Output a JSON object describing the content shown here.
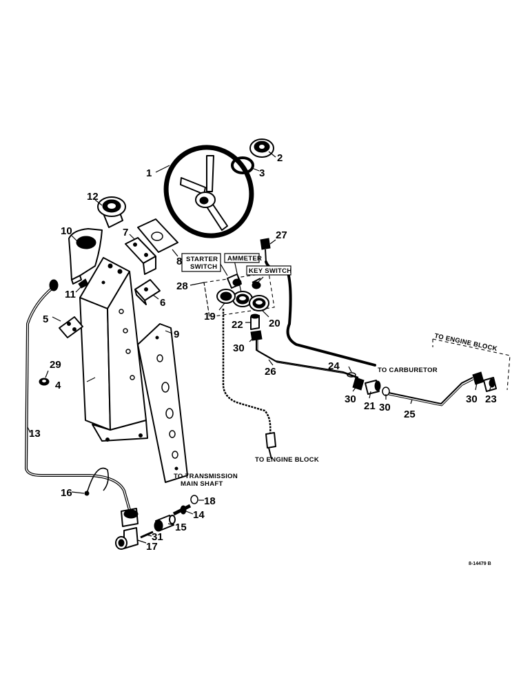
{
  "labels": {
    "starter_switch_1": "STARTER",
    "starter_switch_2": "SWITCH",
    "ammeter": "AMMETER",
    "key_switch": "KEY SWITCH",
    "to_carburetor": "TO CARBURETOR",
    "to_engine_block_right": "TO ENGINE BLOCK",
    "to_engine_block_bottom": "TO ENGINE BLOCK",
    "to_transmission_1": "TO TRANSMISSION",
    "to_transmission_2": "MAIN SHAFT"
  },
  "drawing_ref": "8-14479 B",
  "callouts": {
    "c1": "1",
    "c2": "2",
    "c3": "3",
    "c4": "4",
    "c5": "5",
    "c6": "6",
    "c7": "7",
    "c8": "8",
    "c9": "9",
    "c10": "10",
    "c11": "11",
    "c12": "12",
    "c13": "13",
    "c14": "14",
    "c15": "15",
    "c16": "16",
    "c17": "17",
    "c18": "18",
    "c19": "19",
    "c20": "20",
    "c21": "21",
    "c22": "22",
    "c23": "23",
    "c24": "24",
    "c25": "25",
    "c26": "26",
    "c27": "27",
    "c28": "28",
    "c29": "29",
    "c30": "30",
    "c31": "31"
  }
}
